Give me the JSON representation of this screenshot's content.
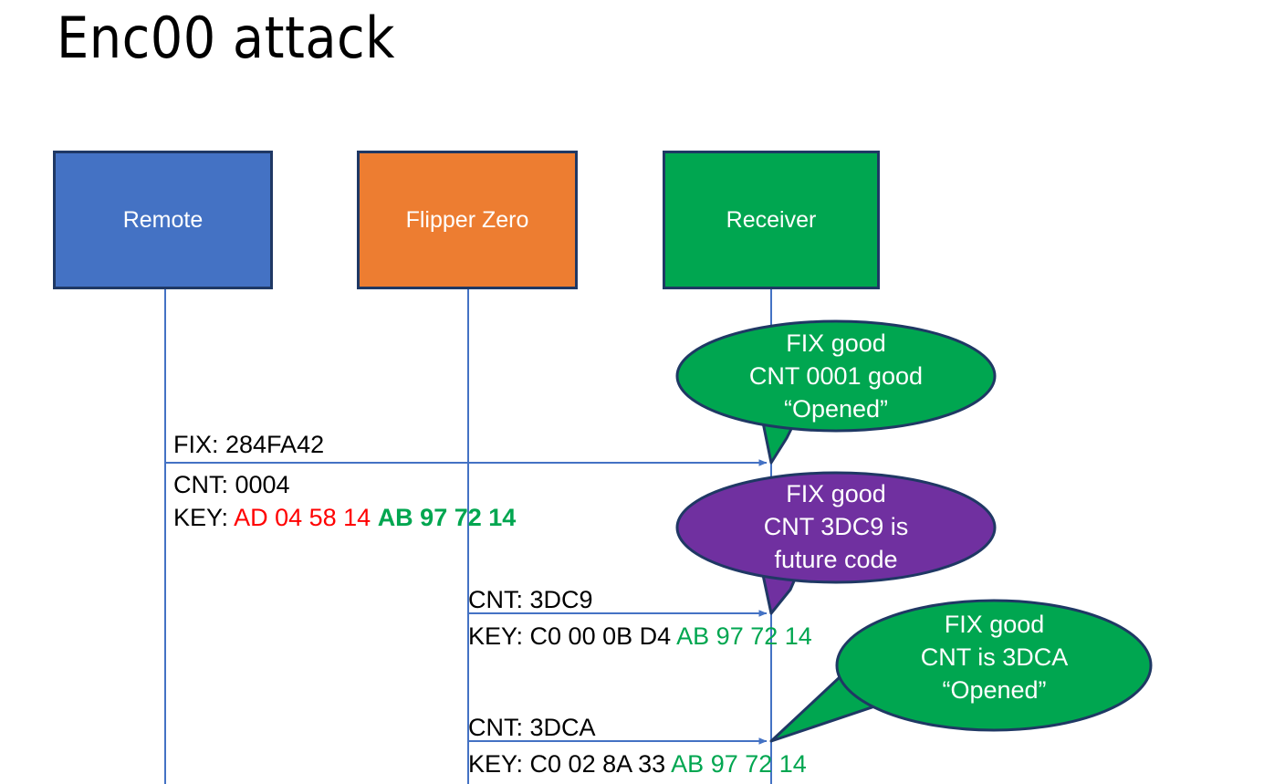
{
  "title": "Enc00 attack",
  "colors": {
    "remote_fill": "#4472C4",
    "flipper_fill": "#ED7D31",
    "receiver_fill": "#00A650",
    "box_border": "#1F3864",
    "lifeline": "#4472C4",
    "arrow": "#4472C4",
    "callout_green": "#00A650",
    "callout_purple": "#7030A0",
    "callout_border": "#1F3864",
    "hex_red": "#FF0000",
    "hex_green": "#00A650",
    "text": "#000000"
  },
  "actors": [
    {
      "id": "remote",
      "label": "Remote"
    },
    {
      "id": "flipper",
      "label": "Flipper Zero"
    },
    {
      "id": "receiver",
      "label": "Receiver"
    }
  ],
  "messages": [
    {
      "id": "msg1",
      "from": "remote",
      "to": "receiver",
      "fix": "FIX: 284FA42",
      "cnt": "CNT: 0004",
      "key_label": "KEY: ",
      "key_part1": "AD 04 58 14",
      "key_part2": "AB 97 72 14",
      "key_part1_color": "red",
      "key_part2_color": "green-bold"
    },
    {
      "id": "msg2",
      "from": "flipper",
      "to": "receiver",
      "cnt": "CNT: 3DC9",
      "key_label": "KEY: C0 00 0B D4 ",
      "key_part2": "AB 97 72 14",
      "key_part2_color": "green"
    },
    {
      "id": "msg3",
      "from": "flipper",
      "to": "receiver",
      "cnt": "CNT: 3DCA",
      "key_label": "KEY: C0 02 8A 33 ",
      "key_part2": "AB 97 72 14",
      "key_part2_color": "green"
    }
  ],
  "callouts": [
    {
      "id": "callout1",
      "fill": "green",
      "line1": "FIX good",
      "line2": "CNT 0001 good",
      "line3": "“Opened”"
    },
    {
      "id": "callout2",
      "fill": "purple",
      "line1": "FIX good",
      "line2": "CNT 3DC9 is",
      "line3": "future code"
    },
    {
      "id": "callout3",
      "fill": "green",
      "line1": "FIX good",
      "line2": "CNT is 3DCA",
      "line3": "“Opened”"
    }
  ]
}
